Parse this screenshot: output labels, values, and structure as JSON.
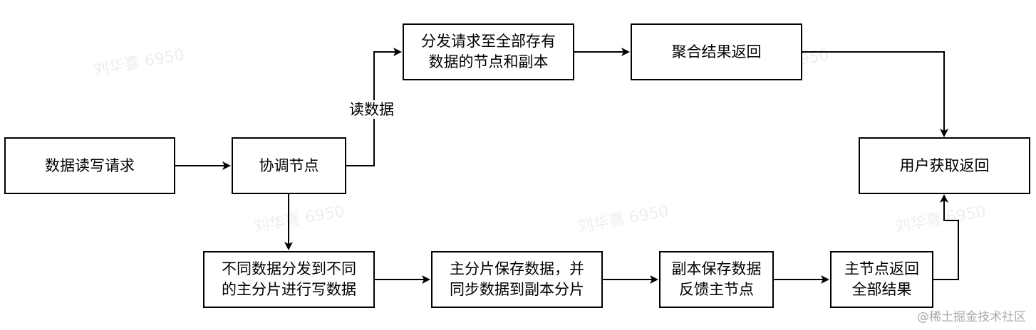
{
  "nodes": {
    "request": "数据读写请求",
    "coordinator": "协调节点",
    "dispatch_read": "分发请求至全部存有\n数据的节点和副本",
    "aggregate": "聚合结果返回",
    "user_result": "用户获取返回",
    "dispatch_write": "不同数据分发到不同\n的主分片进行写数据",
    "primary_save": "主分片保存数据，并\n同步数据到副本分片",
    "replica_save": "副本保存数据\n反馈主节点",
    "primary_return": "主节点返回\n全部结果"
  },
  "edge_labels": {
    "read": "读数据"
  },
  "watermark": "刘华喜 6950",
  "footer": "@稀土掘金技术社区",
  "colors": {
    "stroke": "#000000",
    "watermark": "#eeeeee"
  }
}
